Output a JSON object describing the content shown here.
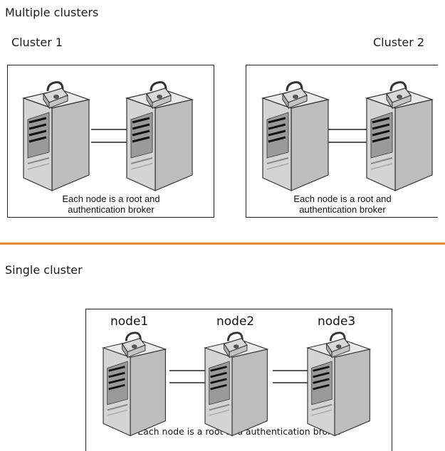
{
  "multiple": {
    "heading": "Multiple clusters",
    "clusters": [
      {
        "label": "Cluster 1",
        "caption": "Each node is a root and authentication broker"
      },
      {
        "label": "Cluster 2",
        "caption": "Each node is a root and authentication broker"
      }
    ]
  },
  "single": {
    "heading": "Single cluster",
    "nodes": [
      "node1",
      "node2",
      "node3"
    ],
    "caption": "Each node is a root and authentication broker"
  },
  "colors": {
    "divider": "#ef8c3a",
    "server_body": "#bdbdbd",
    "server_front": "#e9e9e9",
    "lock": "#d9d9d9"
  },
  "icons": [
    "server-icon",
    "padlock-icon"
  ]
}
